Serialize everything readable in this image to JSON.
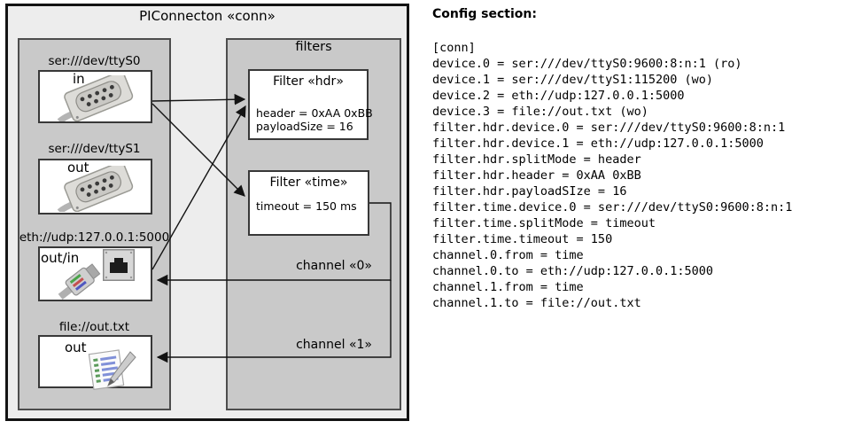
{
  "diagram": {
    "title": "PIConnecton «conn»",
    "devices": [
      {
        "protocol": "ser:///dev/ttyS0",
        "mode": "in",
        "icon": "serial-connector-icon"
      },
      {
        "protocol": "ser:///dev/ttyS1",
        "mode": "out",
        "icon": "serial-connector-icon"
      },
      {
        "protocol": "eth://udp:127.0.0.1:5000",
        "mode": "out/in",
        "icon": "ethernet-cable-icon"
      },
      {
        "protocol": "file://out.txt",
        "mode": "out",
        "icon": "text-file-icon"
      }
    ],
    "filters_panel": {
      "title": "filters",
      "filters": [
        {
          "name": "Filter «hdr»",
          "attributes": [
            "header = 0xAA 0xBB",
            "payloadSize = 16"
          ]
        },
        {
          "name": "Filter «time»",
          "attributes": [
            "timeout = 150 ms"
          ]
        }
      ]
    },
    "channels": [
      {
        "label": "channel «0»"
      },
      {
        "label": "channel «1»"
      }
    ],
    "connections": [
      {
        "from": "ser:///dev/ttyS0",
        "to": "Filter «hdr»"
      },
      {
        "from": "ser:///dev/ttyS0",
        "to": "Filter «time»"
      },
      {
        "from": "eth://udp:127.0.0.1:5000",
        "to": "Filter «hdr»"
      },
      {
        "from": "Filter «time»",
        "to": "eth://udp:127.0.0.1:5000",
        "via": "channel «0»"
      },
      {
        "from": "Filter «time»",
        "to": "file://out.txt",
        "via": "channel «1»"
      }
    ]
  },
  "config": {
    "title": "Config section:",
    "lines": [
      "[conn]",
      "device.0 = ser:///dev/ttyS0:9600:8:n:1 (ro)",
      "device.1 = ser:///dev/ttyS1:115200 (wo)",
      "device.2 = eth://udp:127.0.0.1:5000",
      "device.3 = file://out.txt (wo)",
      "filter.hdr.device.0 = ser:///dev/ttyS0:9600:8:n:1",
      "filter.hdr.device.1 = eth://udp:127.0.0.1:5000",
      "filter.hdr.splitMode = header",
      "filter.hdr.header = 0xAA 0xBB",
      "filter.hdr.payloadSIze = 16",
      "filter.time.device.0 = ser:///dev/ttyS0:9600:8:n:1",
      "filter.time.splitMode = timeout",
      "filter.time.timeout = 150",
      "channel.0.from = time",
      "channel.0.to = eth://udp:127.0.0.1:5000",
      "channel.1.from = time",
      "channel.1.to = file://out.txt"
    ]
  },
  "colors": {
    "diagram_fill": "#ededed",
    "panel_fill": "#c9c9c9",
    "box_fill": "#ffffff",
    "line": "#131313"
  }
}
